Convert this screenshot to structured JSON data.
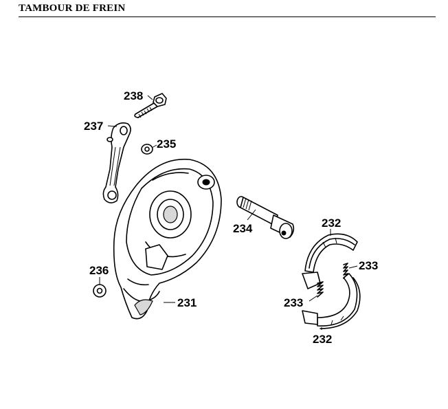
{
  "title": "TAMBOUR DE FREIN",
  "callouts": {
    "c238": "238",
    "c237": "237",
    "c235": "235",
    "c234": "234",
    "c236": "236",
    "c231": "231",
    "c232_top": "232",
    "c233_right": "233",
    "c233_left": "233",
    "c232_bottom": "232"
  }
}
